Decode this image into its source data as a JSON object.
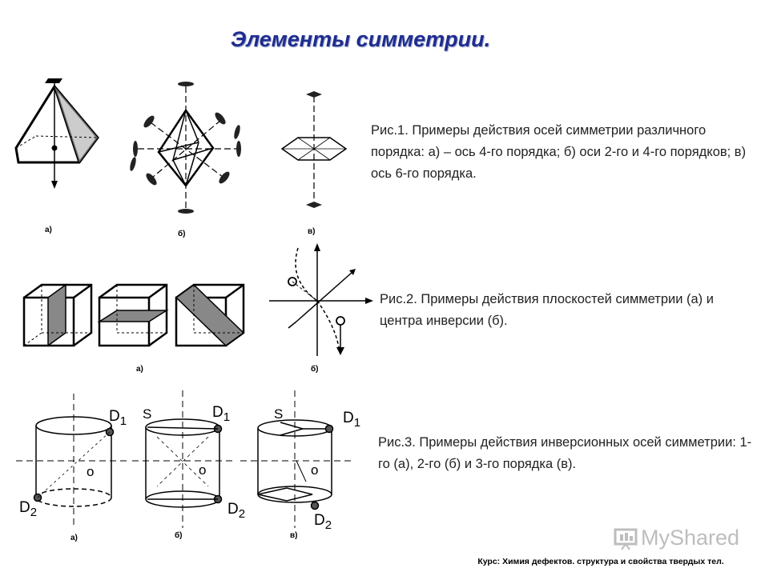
{
  "title": "Элементы симметрии.",
  "captions": {
    "fig1": "Рис.1. Примеры действия осей симметрии различного порядка: а) – ось 4-го порядка; б) оси 2-го и  4-го порядков; в) ось 6-го порядка.",
    "fig2": "Рис.2. Примеры действия плоскостей симметрии (а) и центра инверсии (б).",
    "fig3": "Рис.3. Примеры действия инверсионных осей симметрии: 1-го  (а), 2-го (б)  и 3-го порядка (в)."
  },
  "sublabels": {
    "f1a": "а)",
    "f1b": "б)",
    "f1c": "в)",
    "f2a": "а)",
    "f2b": "б)",
    "f3a": "а)",
    "f3b": "б)",
    "f3c": "в)"
  },
  "fig3_labels": {
    "d1": "D",
    "d1_sub": "1",
    "d2": "D",
    "d2_sub": "2",
    "s": "S",
    "o": "o"
  },
  "footer": "Курс: Химия дефектов. структура и свойства твердых тел.",
  "logo": {
    "text": "MyShared",
    "icon": "presentation-board-icon"
  }
}
